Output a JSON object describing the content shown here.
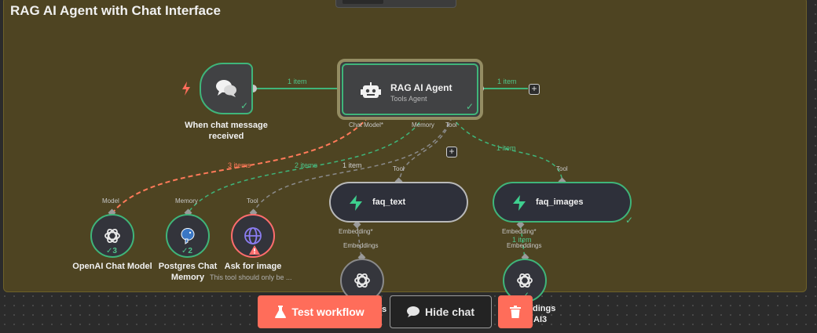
{
  "sticky": {
    "title": "RAG AI Agent with Chat Interface"
  },
  "nodes": {
    "trigger": {
      "name": "When chat message received"
    },
    "agent": {
      "title": "RAG AI Agent",
      "subtitle": "Tools Agent",
      "ports": {
        "chat_model": "Chat Model*",
        "memory": "Memory",
        "tool": "Tool"
      }
    },
    "faq_text": {
      "label": "faq_text",
      "port_top": "Tool",
      "port_bottom": "Embedding*"
    },
    "faq_images": {
      "label": "faq_images",
      "port_top": "Tool",
      "port_bottom": "Embedding*"
    },
    "openai_chat": {
      "name": "OpenAI Chat Model",
      "port": "Model",
      "count": "3"
    },
    "postgres": {
      "name": "Postgres Chat Memory",
      "port": "Memory",
      "count": "2"
    },
    "ask_image": {
      "name": "Ask for image",
      "sub": "This tool should only be ...",
      "port": "Tool"
    },
    "embeddings_1": {
      "port": "Embeddings",
      "partial": "s"
    },
    "embeddings_2": {
      "port": "Embeddings",
      "partial_line1": "dings",
      "partial_line2": "AI3"
    }
  },
  "edges": {
    "trigger_agent": "1 item",
    "agent_out": "1 item",
    "openai": "3 items",
    "postgres": "2 items",
    "ask": "1 item",
    "faq_images": "1 item",
    "faq_images_emb": "1 item"
  },
  "buttons": {
    "test": "Test workflow",
    "hide_chat": "Hide chat"
  },
  "colors": {
    "accent": "#ff6d5a",
    "success": "#3fb57a",
    "sticky": "#4e4422",
    "error": "#ff6d6d"
  }
}
